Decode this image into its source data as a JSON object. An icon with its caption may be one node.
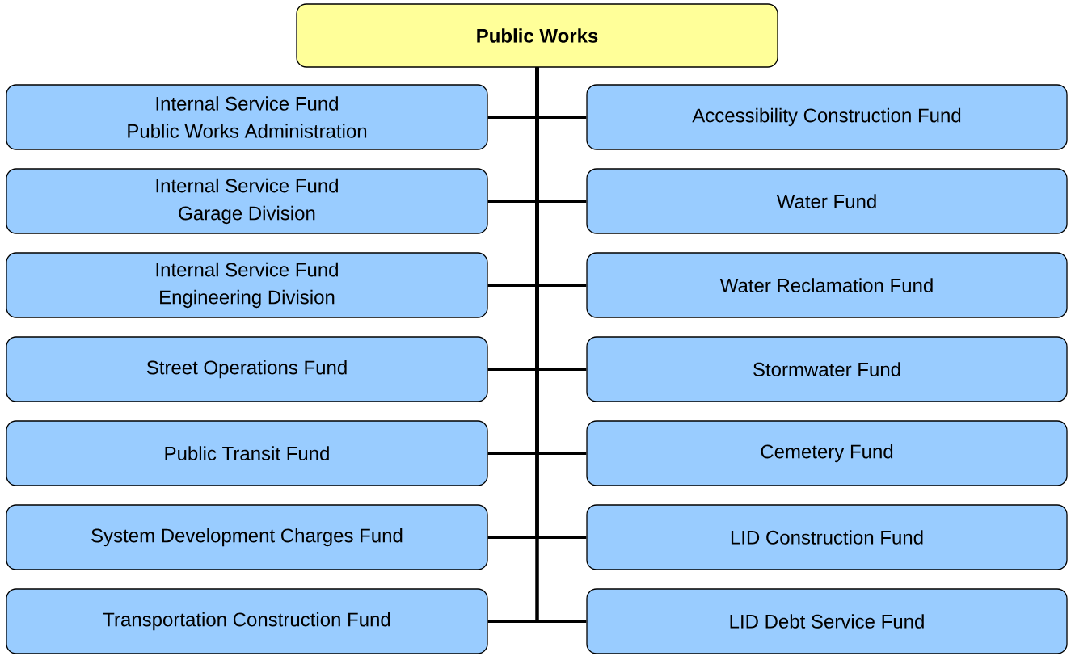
{
  "diagram": {
    "nodes": [
      {
        "text": [
          "Public Works"
        ]
      },
      {
        "text": [
          "Internal Service Fund Public Works Administration"
        ]
      },
      {
        "text": [
          "Accessibility Construction Fund"
        ]
      },
      {
        "text": [
          "Internal Service Fund Garage Division"
        ]
      },
      {
        "text": [
          "Water Fund"
        ]
      },
      {
        "text": [
          "Internal Service Fund Engineering Division"
        ]
      },
      {
        "text": [
          "Water Reclamation Fund"
        ]
      },
      {
        "text": [
          "Street Operations Fund"
        ]
      },
      {
        "text": [
          "Stormwater Fund"
        ]
      },
      {
        "text": [
          "Public Transit Fund"
        ]
      },
      {
        "text": [
          "Cemetery Fund"
        ]
      },
      {
        "text": [
          "System Development Charges Fund"
        ]
      },
      {
        "text": [
          "LID Construction Fund"
        ]
      },
      {
        "text": [
          "Transportation Construction Fund"
        ]
      },
      {
        "text": [
          "LID Debt Service Fund"
        ]
      }
    ],
    "edges": [
      {
        "from": 0,
        "to": 1,
        "arrow": "none"
      },
      {
        "from": 0,
        "to": 2,
        "arrow": "none"
      },
      {
        "from": 0,
        "to": 3,
        "arrow": "none"
      },
      {
        "from": 0,
        "to": 4,
        "arrow": "none"
      },
      {
        "from": 0,
        "to": 5,
        "arrow": "none"
      },
      {
        "from": 0,
        "to": 6,
        "arrow": "none"
      },
      {
        "from": 0,
        "to": 7,
        "arrow": "none"
      },
      {
        "from": 0,
        "to": 8,
        "arrow": "none"
      },
      {
        "from": 0,
        "to": 9,
        "arrow": "none"
      },
      {
        "from": 0,
        "to": 10,
        "arrow": "none"
      },
      {
        "from": 0,
        "to": 11,
        "arrow": "none"
      },
      {
        "from": 0,
        "to": 12,
        "arrow": "none"
      },
      {
        "from": 0,
        "to": 13,
        "arrow": "none"
      },
      {
        "from": 0,
        "to": 14,
        "arrow": "none"
      }
    ]
  }
}
